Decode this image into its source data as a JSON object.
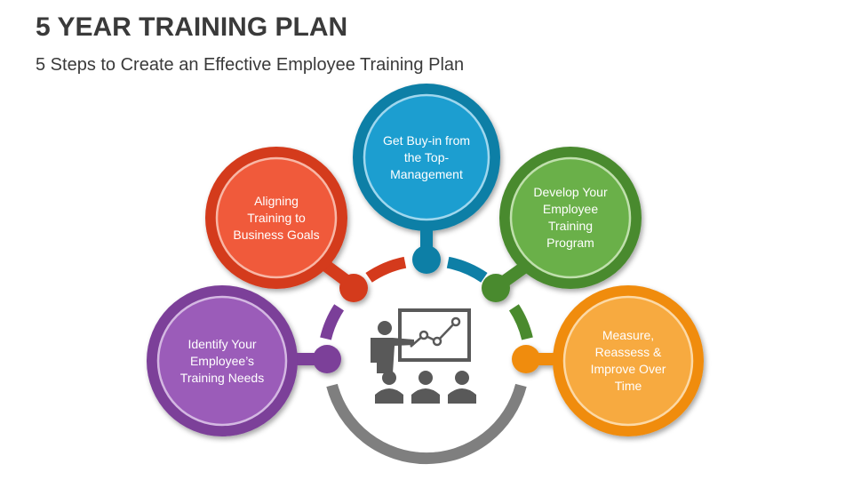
{
  "title": "5 YEAR TRAINING PLAN",
  "subtitle": "5 Steps to Create an Effective Employee Training Plan",
  "steps": [
    {
      "label": "Identify Your Employee’s Training Needs",
      "color": "#7b3f99",
      "fill": "#9b5bb9"
    },
    {
      "label": "Aligning Training to Business Goals",
      "color": "#d43a1c",
      "fill": "#f05a3a"
    },
    {
      "label": "Get Buy-in from the Top-Management",
      "color": "#0e7fa6",
      "fill": "#1a9ed0"
    },
    {
      "label": "Develop Your Employee Training Program",
      "color": "#4a8a2e",
      "fill": "#6bb04a"
    },
    {
      "label": "Measure, Reassess & Improve Over Time",
      "color": "#f08c10",
      "fill": "#f7aa40"
    }
  ],
  "icon": "presenter-with-chart-and-audience-icon",
  "ring_color": "#7f7f7f"
}
